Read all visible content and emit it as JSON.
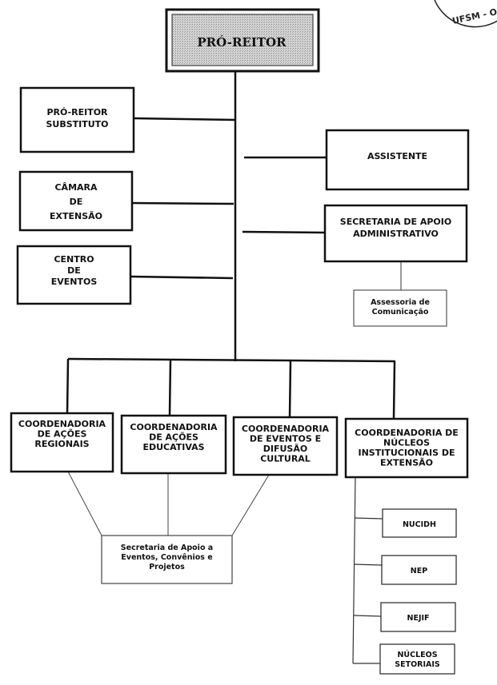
{
  "stamp": {
    "text": "UFSM - O"
  },
  "root": {
    "label": "PRÓ-REITOR",
    "fill": "#c8c8c8"
  },
  "left_units": [
    {
      "lines": [
        "PRÓ-REITOR",
        "SUBSTITUTO"
      ]
    },
    {
      "lines": [
        "CÂMARA",
        "DE",
        "EXTENSÃO"
      ]
    },
    {
      "lines": [
        "CENTRO",
        "DE",
        "EVENTOS"
      ]
    }
  ],
  "right_units": [
    {
      "lines": [
        "ASSISTENTE"
      ]
    },
    {
      "lines": [
        "SECRETARIA DE APOIO",
        "ADMINISTRATIVO"
      ]
    }
  ],
  "assessoria": {
    "lines": [
      "Assessoria de",
      "Comunicação"
    ]
  },
  "coordenadorias": [
    {
      "lines": [
        "COORDENADORIA",
        "DE AÇÕES",
        "REGIONAIS"
      ]
    },
    {
      "lines": [
        "COORDENADORIA",
        "DE AÇÕES",
        "EDUCATIVAS"
      ]
    },
    {
      "lines": [
        "COORDENADORIA",
        "DE EVENTOS E",
        "DIFUSÃO",
        "CULTURAL"
      ]
    },
    {
      "lines": [
        "COORDENADORIA DE",
        "NÚCLEOS",
        "INSTITUCIONAIS DE",
        "EXTENSÃO"
      ]
    }
  ],
  "secretaria_eventos": {
    "lines": [
      "Secretaria de Apoio a",
      "Eventos, Convênios e",
      "Projetos"
    ]
  },
  "nucleos": [
    {
      "lines": [
        "NUCIDH"
      ]
    },
    {
      "lines": [
        "NEP"
      ]
    },
    {
      "lines": [
        "NEJIF"
      ]
    },
    {
      "lines": [
        "NÚCLEOS",
        "SETORIAIS"
      ]
    }
  ]
}
